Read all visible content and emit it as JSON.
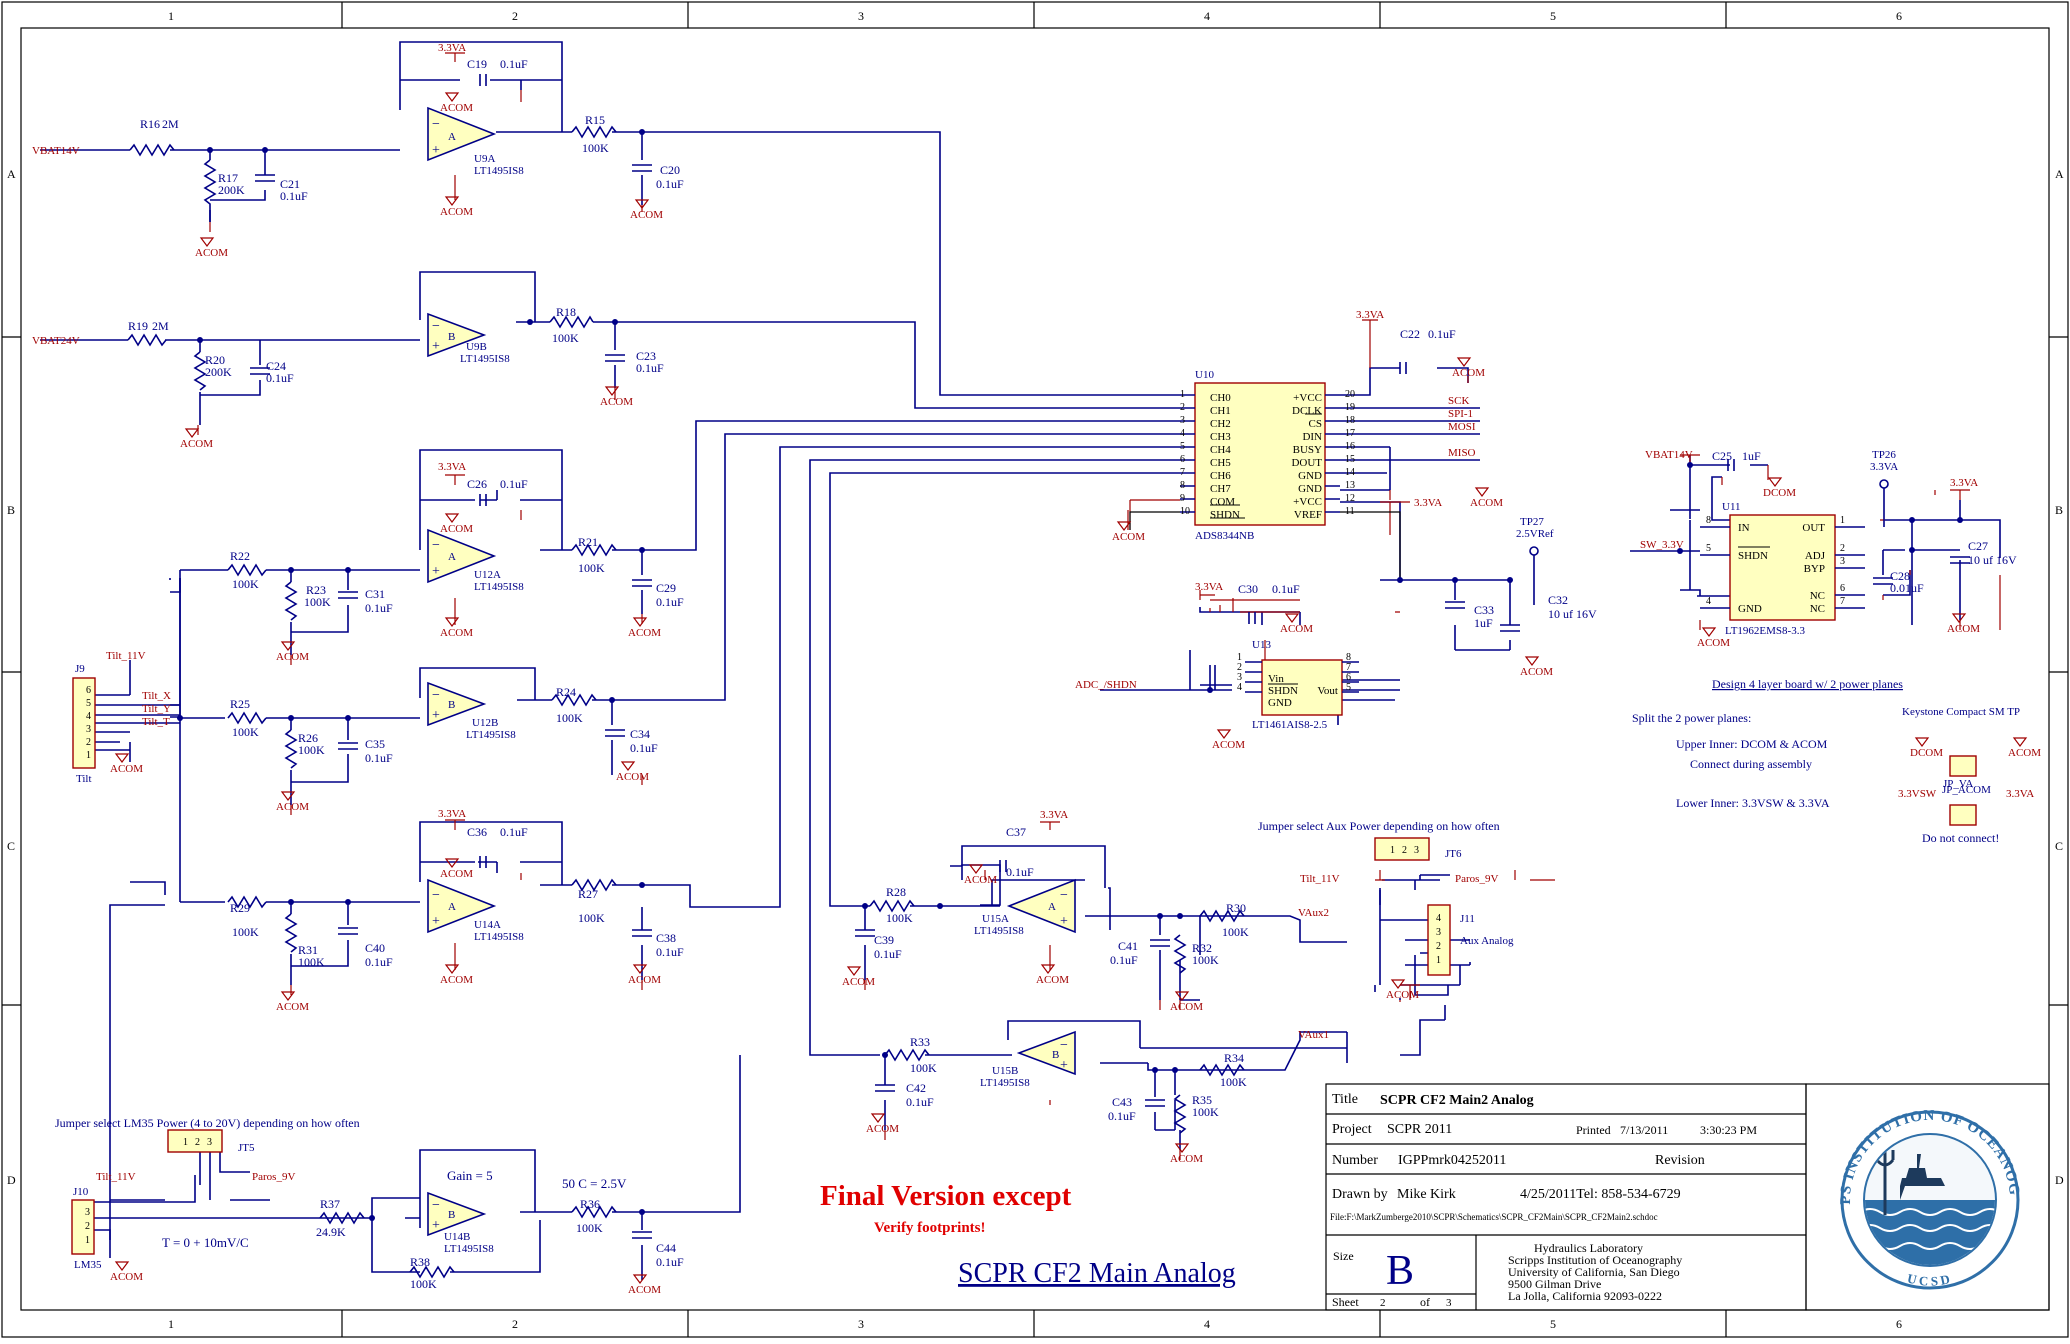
{
  "grid": {
    "cols": [
      "1",
      "2",
      "3",
      "4",
      "5",
      "6"
    ],
    "rows": [
      "A",
      "B",
      "C",
      "D"
    ]
  },
  "nets": {
    "vbat14": "VBAT14V",
    "vbat24": "VBAT24V",
    "acom": "ACOM",
    "dcom": "DCOM",
    "v33a": "3.3VA",
    "v33sw": "3.3VSW",
    "adc_shdn": "ADC_/SHDN",
    "sw33": "SW_3.3V",
    "sck": "SCK",
    "spi1": "SPI-1",
    "mosi": "MOSI",
    "miso": "MISO",
    "tilt11": "Tilt_11V",
    "tiltx": "Tilt_X",
    "tilty": "Tilt_Y",
    "tiltt": "Tilt_T",
    "paros9": "Paros_9V",
    "vaux1": "VAux1",
    "vaux2": "VAux2"
  },
  "parts": {
    "R15": {
      "ref": "R15",
      "val": "100K"
    },
    "R16": {
      "ref": "R16",
      "val": "2M"
    },
    "R17": {
      "ref": "R17",
      "val": "200K"
    },
    "R18": {
      "ref": "R18",
      "val": "100K"
    },
    "R19": {
      "ref": "R19",
      "val": "2M"
    },
    "R20": {
      "ref": "R20",
      "val": "200K"
    },
    "R21": {
      "ref": "R21",
      "val": "100K"
    },
    "R22": {
      "ref": "R22",
      "val": "100K"
    },
    "R23": {
      "ref": "R23",
      "val": "100K"
    },
    "R24": {
      "ref": "R24",
      "val": "100K"
    },
    "R25": {
      "ref": "R25",
      "val": "100K"
    },
    "R26": {
      "ref": "R26",
      "val": "100K"
    },
    "R27": {
      "ref": "R27",
      "val": "100K"
    },
    "R28": {
      "ref": "R28",
      "val": "100K"
    },
    "R29": {
      "ref": "R29",
      "val": "100K"
    },
    "R30": {
      "ref": "R30",
      "val": "100K"
    },
    "R31": {
      "ref": "R31",
      "val": "100K"
    },
    "R32": {
      "ref": "R32",
      "val": "100K"
    },
    "R33": {
      "ref": "R33",
      "val": "100K"
    },
    "R34": {
      "ref": "R34",
      "val": "100K"
    },
    "R35": {
      "ref": "R35",
      "val": "100K"
    },
    "R36": {
      "ref": "R36",
      "val": "100K"
    },
    "R37": {
      "ref": "R37",
      "val": "24.9K"
    },
    "R38": {
      "ref": "R38",
      "val": "100K"
    },
    "C19": {
      "ref": "C19",
      "val": "0.1uF"
    },
    "C20": {
      "ref": "C20",
      "val": "0.1uF"
    },
    "C21": {
      "ref": "C21",
      "val": "0.1uF"
    },
    "C22": {
      "ref": "C22",
      "val": "0.1uF"
    },
    "C23": {
      "ref": "C23",
      "val": "0.1uF"
    },
    "C24": {
      "ref": "C24",
      "val": "0.1uF"
    },
    "C25": {
      "ref": "C25",
      "val": "1uF"
    },
    "C26": {
      "ref": "C26",
      "val": "0.1uF"
    },
    "C27": {
      "ref": "C27",
      "val": "10 uf 16V"
    },
    "C28": {
      "ref": "C28",
      "val": "0.01uF"
    },
    "C29": {
      "ref": "C29",
      "val": "0.1uF"
    },
    "C30": {
      "ref": "C30",
      "val": "0.1uF"
    },
    "C31": {
      "ref": "C31",
      "val": "0.1uF"
    },
    "C32": {
      "ref": "C32",
      "val": "10 uf 16V"
    },
    "C33": {
      "ref": "C33",
      "val": "1uF"
    },
    "C34": {
      "ref": "C34",
      "val": "0.1uF"
    },
    "C35": {
      "ref": "C35",
      "val": "0.1uF"
    },
    "C36": {
      "ref": "C36",
      "val": "0.1uF"
    },
    "C37": {
      "ref": "C37",
      "val": "0.1uF"
    },
    "C38": {
      "ref": "C38",
      "val": "0.1uF"
    },
    "C39": {
      "ref": "C39",
      "val": "0.1uF"
    },
    "C40": {
      "ref": "C40",
      "val": "0.1uF"
    },
    "C41": {
      "ref": "C41",
      "val": "0.1uF"
    },
    "C42": {
      "ref": "C42",
      "val": "0.1uF"
    },
    "C43": {
      "ref": "C43",
      "val": "0.1uF"
    },
    "C44": {
      "ref": "C44",
      "val": "0.1uF"
    }
  },
  "opamps": {
    "U9A": {
      "ref": "U9A",
      "unit": "A",
      "val": "LT1495IS8"
    },
    "U9B": {
      "ref": "U9B",
      "unit": "B",
      "val": "LT1495IS8"
    },
    "U12A": {
      "ref": "U12A",
      "unit": "A",
      "val": "LT1495IS8"
    },
    "U12B": {
      "ref": "U12B",
      "unit": "B",
      "val": "LT1495IS8"
    },
    "U14A": {
      "ref": "U14A",
      "unit": "A",
      "val": "LT1495IS8"
    },
    "U14B": {
      "ref": "U14B",
      "unit": "B",
      "val": "LT1495IS8"
    },
    "U15A": {
      "ref": "U15A",
      "unit": "A",
      "val": "LT1495IS8"
    },
    "U15B": {
      "ref": "U15B",
      "unit": "B",
      "val": "LT1495IS8"
    }
  },
  "adc": {
    "ref": "U10",
    "val": "ADS8344NB",
    "left_pins": [
      {
        "num": "1",
        "name": "CH0"
      },
      {
        "num": "2",
        "name": "CH1"
      },
      {
        "num": "3",
        "name": "CH2"
      },
      {
        "num": "4",
        "name": "CH3"
      },
      {
        "num": "5",
        "name": "CH4"
      },
      {
        "num": "6",
        "name": "CH5"
      },
      {
        "num": "7",
        "name": "CH6"
      },
      {
        "num": "8",
        "name": "CH7"
      },
      {
        "num": "9",
        "name": "COM"
      },
      {
        "num": "10",
        "name": "SHDN"
      }
    ],
    "right_pins": [
      {
        "num": "20",
        "name": "+VCC"
      },
      {
        "num": "19",
        "name": "DCLK"
      },
      {
        "num": "18",
        "name": "CS"
      },
      {
        "num": "17",
        "name": "DIN"
      },
      {
        "num": "16",
        "name": "BUSY"
      },
      {
        "num": "15",
        "name": "DOUT"
      },
      {
        "num": "14",
        "name": "GND"
      },
      {
        "num": "13",
        "name": "GND"
      },
      {
        "num": "12",
        "name": "+VCC"
      },
      {
        "num": "11",
        "name": "VREF"
      }
    ]
  },
  "u11": {
    "ref": "U11",
    "val": "LT1962EMS8-3.3",
    "pins": [
      {
        "num": "8",
        "name": "IN"
      },
      {
        "num": "5",
        "name": "SHDN"
      },
      {
        "num": "4",
        "name": "GND"
      },
      {
        "num": "1",
        "name": "OUT"
      },
      {
        "num": "2",
        "name": "ADJ"
      },
      {
        "num": "3",
        "name": "BYP"
      },
      {
        "num": "6",
        "name": "NC"
      },
      {
        "num": "7",
        "name": "NC"
      }
    ]
  },
  "u13": {
    "ref": "U13",
    "val": "LT1461AIS8-2.5",
    "pins": [
      {
        "num": "1",
        "name": ""
      },
      {
        "num": "2",
        "name": "Vin"
      },
      {
        "num": "3",
        "name": "SHDN"
      },
      {
        "num": "4",
        "name": "GND"
      },
      {
        "num": "8",
        "name": ""
      },
      {
        "num": "7",
        "name": ""
      },
      {
        "num": "6",
        "name": "Vout"
      },
      {
        "num": "5",
        "name": ""
      }
    ]
  },
  "connectors": {
    "J9": {
      "ref": "J9",
      "label": "Tilt",
      "pins": [
        "6",
        "5",
        "4",
        "3",
        "2",
        "1"
      ]
    },
    "J10": {
      "ref": "J10",
      "label": "LM35",
      "pins": [
        "3",
        "2",
        "1"
      ]
    },
    "J11": {
      "ref": "J11",
      "label": "Aux Analog",
      "pins": [
        "4",
        "3",
        "2",
        "1"
      ]
    },
    "JT5": {
      "ref": "JT5",
      "pins": [
        "1",
        "2",
        "3"
      ]
    },
    "JT6": {
      "ref": "JT6",
      "pins": [
        "1",
        "2",
        "3"
      ]
    }
  },
  "testpoints": {
    "TP26": {
      "ref": "TP26",
      "net": "3.3VA"
    },
    "TP27": {
      "ref": "TP27",
      "net": "2.5VRef"
    }
  },
  "notes": {
    "gain": "Gain = 5",
    "fifty_c": "50 C = 2.5V",
    "lm35_formula": "T = 0 + 10mV/C",
    "jt5_note": "Jumper select LM35 Power (4 to 20V) depending on how often",
    "jt6_note": "Jumper select Aux Power depending on how often",
    "final_version": "Final Version except",
    "verify": "Verify footprints!",
    "big_title": "SCPR CF2 Main Analog",
    "design4": "Design 4 layer board w/ 2 power planes",
    "split": "Split the 2 power planes:",
    "upper": "Upper Inner: DCOM & ACOM",
    "connect": "Connect during assembly",
    "lower": "Lower Inner: 3.3VSW & 3.3VA",
    "keystone": "Keystone Compact SM TP",
    "jp_acom": "JP_ACOM",
    "jp_va": "JP_VA",
    "donot": "Do not connect!"
  },
  "title_block": {
    "title_label": "Title",
    "title": "SCPR CF2 Main2 Analog",
    "project_label": "Project",
    "project": "SCPR 2011",
    "printed_label": "Printed",
    "printed_date": "7/13/2011",
    "printed_time": "3:30:23 PM",
    "number_label": "Number",
    "number": "IGPPmrk04252011",
    "revision_label": "Revision",
    "drawn_label": "Drawn by",
    "drawn_by": "Mike Kirk",
    "drawn_date_tel": "4/25/2011Tel:  858-534-6729",
    "file": "File:F:\\MarkZumberge2010\\SCPR\\Schematics\\SCPR_CF2Main\\SCPR_CF2Main2.schdoc",
    "size_label": "Size",
    "size": "B",
    "org1": "Hydraulics Laboratory",
    "org2": "Scripps Institution of Oceanography",
    "org3": "University of California, San Diego",
    "org4": "9500 Gilman Drive",
    "org5": "La Jolla, California 92093-0222",
    "sheet_label": "Sheet",
    "sheet_num": "2",
    "of_label": "of",
    "sheet_total": "3",
    "logo_top": "SCRIPPS INSTITUTION OF OCEANOGRAPHY",
    "logo_bottom": "UCSD"
  },
  "colors": {
    "wire": "#000087",
    "part": "#a00000",
    "fill": "#ffffc0",
    "accent": "#e00000"
  }
}
